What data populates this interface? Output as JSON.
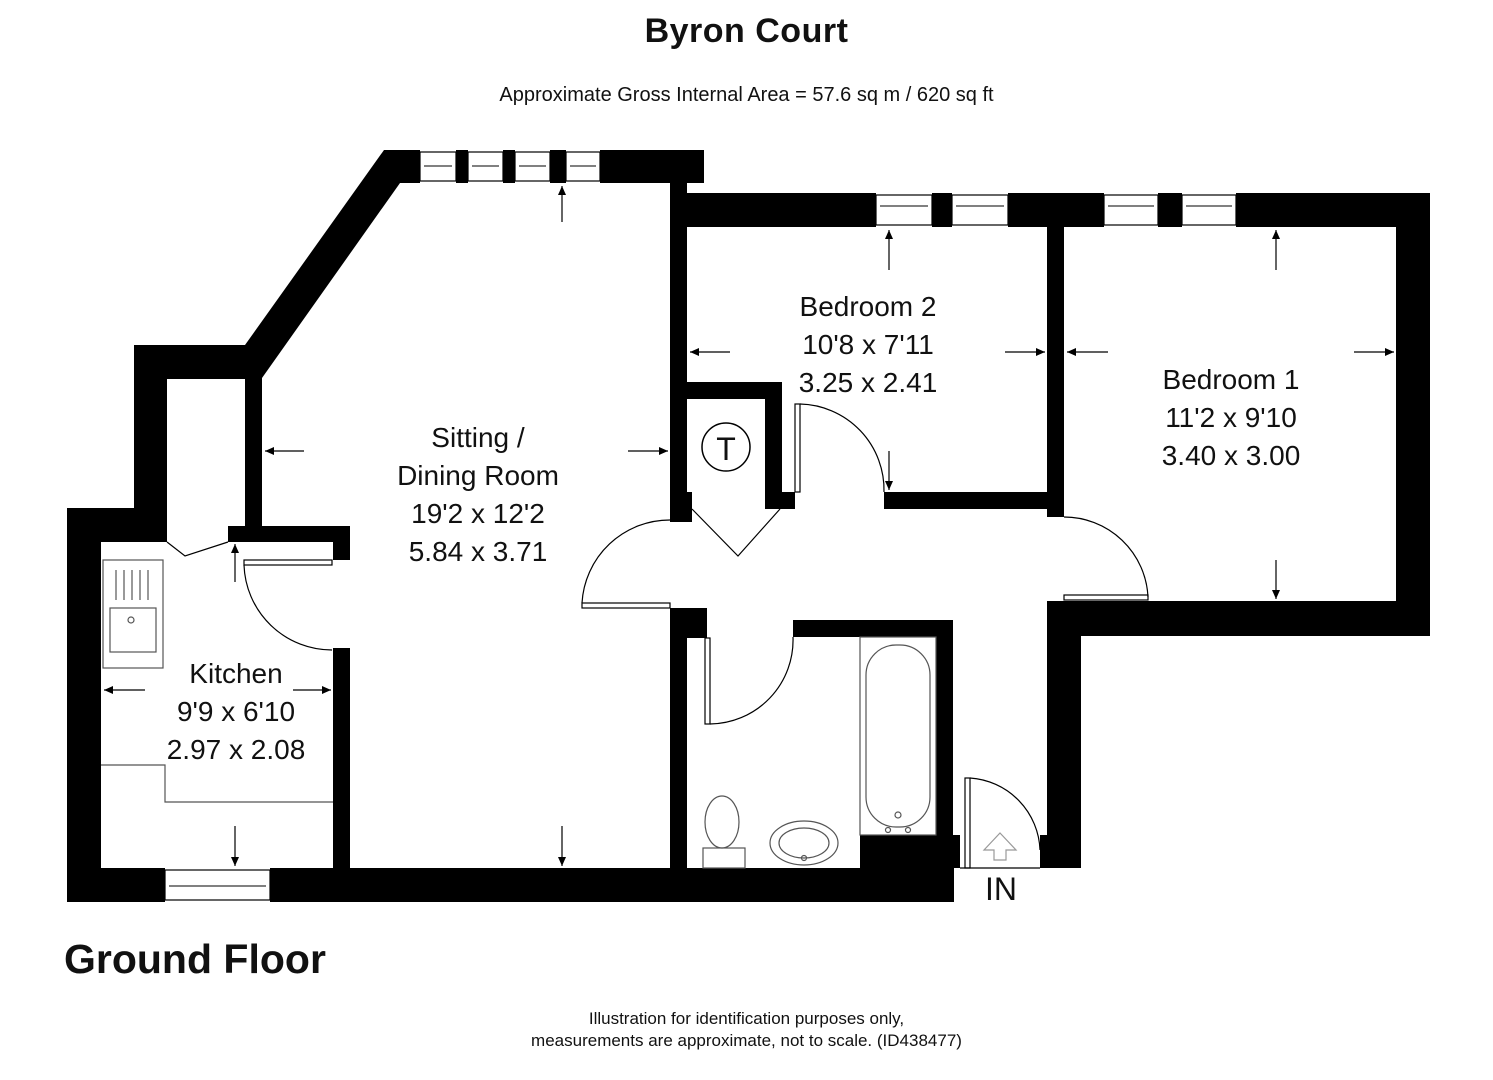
{
  "header": {
    "title": "Byron Court",
    "area": "Approximate Gross Internal Area = 57.6 sq m / 620 sq ft"
  },
  "rooms": {
    "sitting": {
      "name_line1": "Sitting /",
      "name_line2": "Dining Room",
      "imperial": "19'2 x 12'2",
      "metric": "5.84 x 3.71"
    },
    "bedroom2": {
      "name": "Bedroom 2",
      "imperial": "10'8 x 7'11",
      "metric": "3.25 x 2.41"
    },
    "bedroom1": {
      "name": "Bedroom 1",
      "imperial": "11'2 x 9'10",
      "metric": "3.40 x 3.00"
    },
    "kitchen": {
      "name": "Kitchen",
      "imperial": "9'9 x 6'10",
      "metric": "2.97 x 2.08"
    }
  },
  "markers": {
    "cupboard": "T",
    "entrance": "IN"
  },
  "floor": {
    "label": "Ground Floor"
  },
  "footer": {
    "line1": "Illustration for identification purposes only,",
    "line2": "measurements are approximate, not to scale. (ID438477)"
  },
  "colors": {
    "wall": "#000000",
    "background": "#ffffff",
    "fixture_line": "#555555"
  }
}
